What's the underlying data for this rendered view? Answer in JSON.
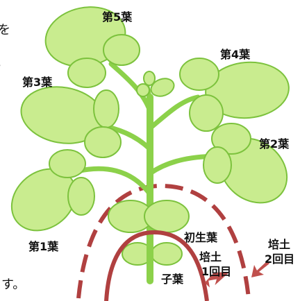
{
  "colors": {
    "leaf_fill": "#c9ec8f",
    "leaf_stroke": "#7cc23d",
    "stem": "#8cd14a",
    "hilling_1": "#b04040",
    "hilling_2": "#b04040",
    "arrow": "#c0504d"
  },
  "labels": {
    "leaf1": "第1葉",
    "leaf2": "第2葉",
    "leaf3": "第3葉",
    "leaf4": "第4葉",
    "leaf5": "第5葉",
    "primary_leaf": "初生葉",
    "cotyledon": "子葉",
    "hilling1_line1": "培土",
    "hilling1_line2": "1回目",
    "hilling2_line1": "培土",
    "hilling2_line2": "2回目"
  },
  "edge_text": {
    "right_top": "を",
    "right_mid": "。",
    "left_bottom": "す。"
  }
}
